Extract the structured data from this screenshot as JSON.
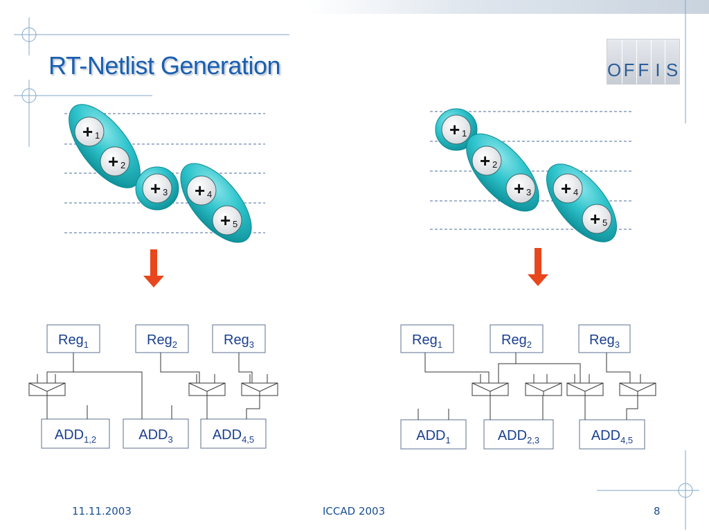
{
  "slide": {
    "title": "RT-Netlist Generation",
    "logo_letters": [
      "O",
      "F",
      "F",
      "I",
      "S"
    ],
    "footer": {
      "date": "11.11.2003",
      "conference": "ICCAD 2003",
      "page": "8"
    }
  },
  "colors": {
    "title": "#1a5fb0",
    "ellipse_fill": "#2fc4cc",
    "ellipse_dark": "#0a8a93",
    "arrow": "#e8461c",
    "box_border": "#5b6f8f",
    "label_text": "#1a3f8f"
  },
  "left_diagram": {
    "operations": [
      {
        "symbol": "+",
        "index": "1"
      },
      {
        "symbol": "+",
        "index": "2"
      },
      {
        "symbol": "+",
        "index": "3"
      },
      {
        "symbol": "+",
        "index": "4"
      },
      {
        "symbol": "+",
        "index": "5"
      }
    ],
    "groups": [
      [
        "1",
        "2"
      ],
      [
        "3"
      ],
      [
        "4",
        "5"
      ]
    ],
    "registers": [
      {
        "base": "Reg",
        "sub": "1"
      },
      {
        "base": "Reg",
        "sub": "2"
      },
      {
        "base": "Reg",
        "sub": "3"
      }
    ],
    "adders": [
      {
        "base": "ADD",
        "sub": "1,2"
      },
      {
        "base": "ADD",
        "sub": "3"
      },
      {
        "base": "ADD",
        "sub": "4,5"
      }
    ]
  },
  "right_diagram": {
    "operations": [
      {
        "symbol": "+",
        "index": "1"
      },
      {
        "symbol": "+",
        "index": "2"
      },
      {
        "symbol": "+",
        "index": "3"
      },
      {
        "symbol": "+",
        "index": "4"
      },
      {
        "symbol": "+",
        "index": "5"
      }
    ],
    "groups": [
      [
        "1"
      ],
      [
        "2",
        "3"
      ],
      [
        "4",
        "5"
      ]
    ],
    "registers": [
      {
        "base": "Reg",
        "sub": "1"
      },
      {
        "base": "Reg",
        "sub": "2"
      },
      {
        "base": "Reg",
        "sub": "3"
      }
    ],
    "adders": [
      {
        "base": "ADD",
        "sub": "1"
      },
      {
        "base": "ADD",
        "sub": "2,3"
      },
      {
        "base": "ADD",
        "sub": "4,5"
      }
    ]
  }
}
